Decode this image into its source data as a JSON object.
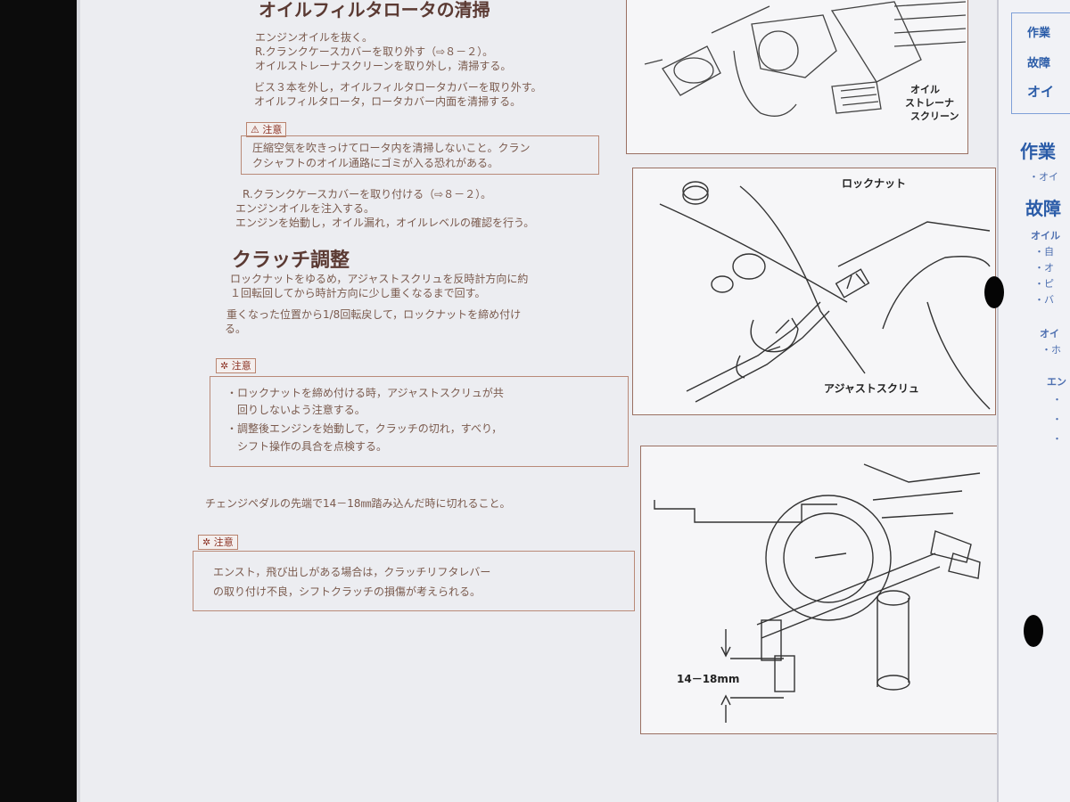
{
  "sections": {
    "filter": {
      "title": "オイルフィルタロータの清掃",
      "lines": [
        "エンジンオイルを抜く。",
        "R.クランクケースカバーを取り外す（⇨８－２）。",
        "オイルストレーナスクリーンを取り外し，清掃する。",
        "ビス３本を外し，オイルフィルタロータカバーを取り外す。",
        "オイルフィルタロータ，ロータカバー内面を清掃する。"
      ],
      "caution_label": "注意",
      "caution_lines": [
        "圧縮空気を吹きっけてロータ内を清掃しないこと。クラン",
        "クシャフトのオイル通路にゴミが入る恐れがある。"
      ],
      "after_lines": [
        "R.クランクケースカバーを取り付ける（⇨８－２）。",
        "エンジンオイルを注入する。",
        "エンジンを始動し，オイル漏れ，オイルレベルの確認を行う。"
      ]
    },
    "clutch": {
      "title": "クラッチ調整",
      "lines": [
        "ロックナットをゆるめ，アジャストスクリュを反時計方向に約",
        "１回転回してから時計方向に少し重くなるまで回す。",
        "重くなった位置から1/8回転戻して，ロックナットを締め付け",
        "る。"
      ],
      "caution_label": "注意",
      "caution_lines": [
        "・ロックナットを締め付ける時，アジャストスクリュが共",
        "　回りしないよう注意する。",
        "・調整後エンジンを始動して，クラッチの切れ，すべり，",
        "　シフト操作の具合を点検する。"
      ],
      "pedal_line": "チェンジペダルの先端で14－18㎜踏み込んだ時に切れること。",
      "caution2_label": "注意",
      "caution2_lines": [
        "エンスト，飛び出しがある場合は，クラッチリフタレバー",
        "の取り付け不良，シフトクラッチの損傷が考えられる。"
      ]
    }
  },
  "figures": {
    "fig1_labels": [
      "オイル",
      "ストレーナ",
      "スクリーン"
    ],
    "fig2_labels": [
      "ロックナット",
      "アジャストスクリュ"
    ],
    "fig3_label": "14－18mm"
  },
  "right_page": {
    "lines": [
      "作業",
      "故障",
      "オイ",
      "作業",
      "故障"
    ],
    "small": [
      "・オイ",
      "オイル",
      "・自",
      "・オ",
      "・ピ",
      "・バ",
      "オイ",
      "・ホ",
      "エン",
      "・",
      "・",
      "・"
    ]
  }
}
